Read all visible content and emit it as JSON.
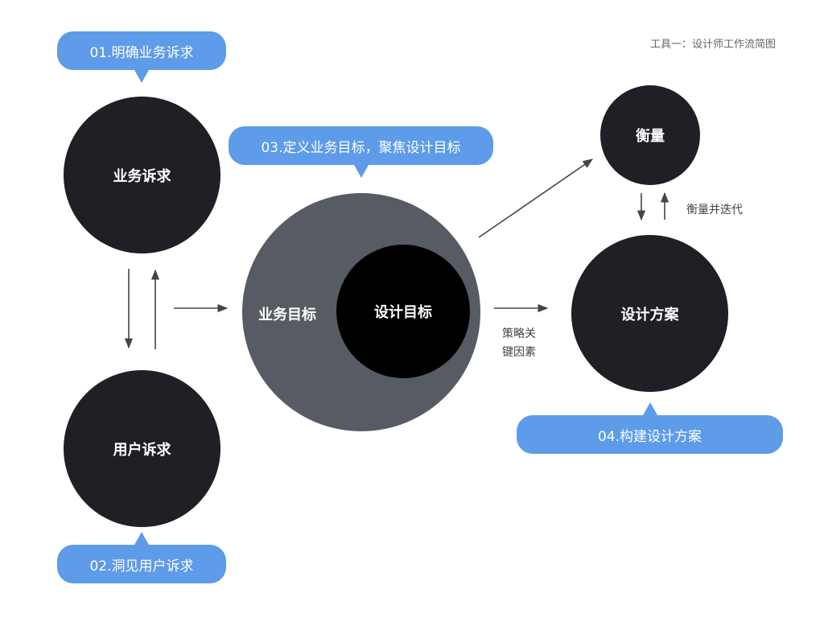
{
  "caption": "工具一：设计师工作流简图",
  "steps": {
    "step1": "01.明确业务诉求",
    "step2": "02.洞见用户诉求",
    "step3": "03.定义业务目标，聚焦设计目标",
    "step4": "04.构建设计方案"
  },
  "nodes": {
    "business_appeal": "业务诉求",
    "user_appeal": "用户诉求",
    "business_goal": "业务目标",
    "design_goal": "设计目标",
    "design_plan": "设计方案",
    "measure": "衡量"
  },
  "labels": {
    "strategy_line1": "策略关",
    "strategy_line2": "键因素",
    "measure_iterate": "衡量并迭代"
  },
  "colors": {
    "bubble": "#5e9be8",
    "node_dark": "#1f2026",
    "node_black": "#000000",
    "node_gray": "#575b63",
    "arrow": "#444444"
  }
}
